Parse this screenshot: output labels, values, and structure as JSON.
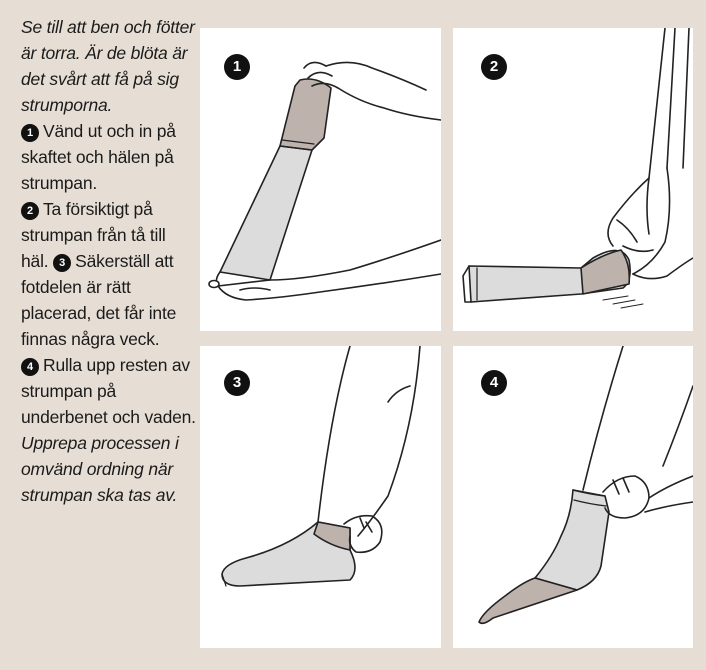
{
  "instructions": {
    "intro": "Se till att ben och fötter är torra. Är de blöta är det svårt att få på sig strumporna.",
    "step1_num": "1",
    "step1": "Vänd ut och in på skaftet och hälen på strumpan.",
    "step2_num": "2",
    "step2": "Ta försiktigt på strumpan från tå till häl.",
    "step3_num": "3",
    "step3": "Säkerställ att fotdelen är rätt placerad, det får inte finnas några veck.",
    "step4_num": "4",
    "step4": "Rulla upp resten av strumpan på underbenet och vaden.",
    "outro": "Upprepa processen i omvänd ordning när strumpan ska tas av."
  },
  "panels": [
    {
      "num": "1",
      "icon": "inside-out-stocking-illustration"
    },
    {
      "num": "2",
      "icon": "pull-stocking-over-foot-illustration"
    },
    {
      "num": "3",
      "icon": "adjust-foot-part-illustration"
    },
    {
      "num": "4",
      "icon": "roll-up-stocking-illustration"
    }
  ],
  "colors": {
    "background": "#e6ded4",
    "stocking_light": "#dcdcdc",
    "stocking_dark": "#bdb2ac"
  }
}
